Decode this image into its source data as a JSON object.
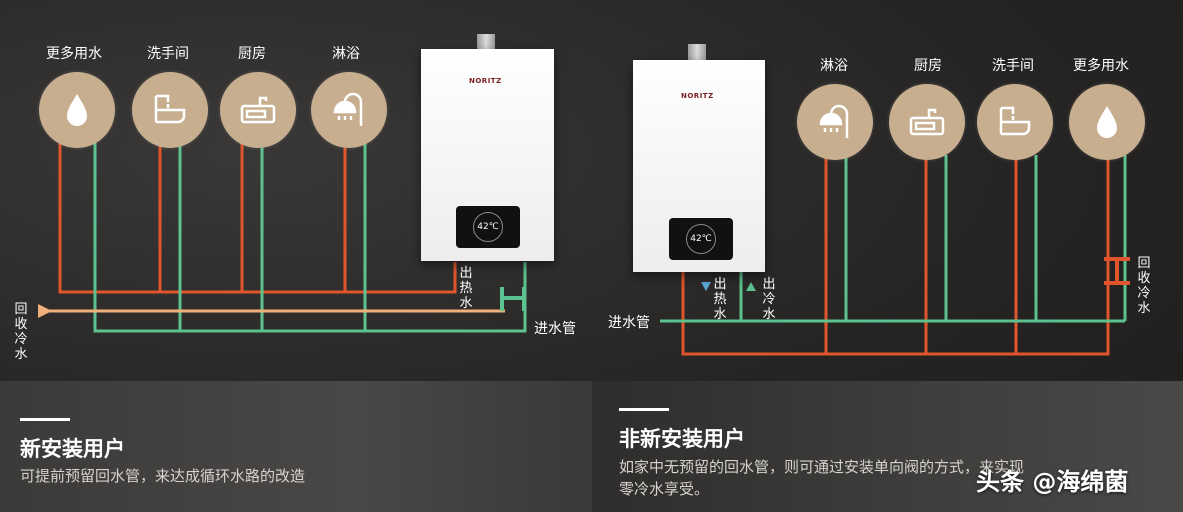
{
  "left": {
    "fixtures": [
      {
        "label": "更多用水",
        "icon": "water-drop-icon"
      },
      {
        "label": "洗手间",
        "icon": "faucet-sink-icon"
      },
      {
        "label": "厨房",
        "icon": "kitchen-sink-icon"
      },
      {
        "label": "淋浴",
        "icon": "shower-icon"
      }
    ],
    "hot_out": "出热水",
    "return_water": "回收冷水",
    "inlet": "进水管",
    "heater_brand": "NORITZ",
    "heater_display": "42℃"
  },
  "right": {
    "fixtures": [
      {
        "label": "淋浴",
        "icon": "shower-icon"
      },
      {
        "label": "厨房",
        "icon": "kitchen-sink-icon"
      },
      {
        "label": "洗手间",
        "icon": "faucet-sink-icon"
      },
      {
        "label": "更多用水",
        "icon": "water-drop-icon"
      }
    ],
    "hot_out": "出热水",
    "cold_out": "出冷水",
    "return_water": "回收冷水",
    "inlet": "进水管",
    "heater_brand": "NORITZ",
    "heater_display": "42℃"
  },
  "captions": {
    "left_title": "新安装用户",
    "left_desc": "可提前预留回水管，来达成循环水路的改造",
    "right_title": "非新安装用户",
    "right_desc_1": "如家中无预留的回水管，则可通过安装单向阀的方式，来实现",
    "right_desc_2": "零冷水享受。"
  },
  "watermark": "头条 @海绵菌",
  "colors": {
    "hot": "#e0552b",
    "cold": "#5cc28f",
    "return": "#f0b07a",
    "circle": "#c7ae8f"
  }
}
